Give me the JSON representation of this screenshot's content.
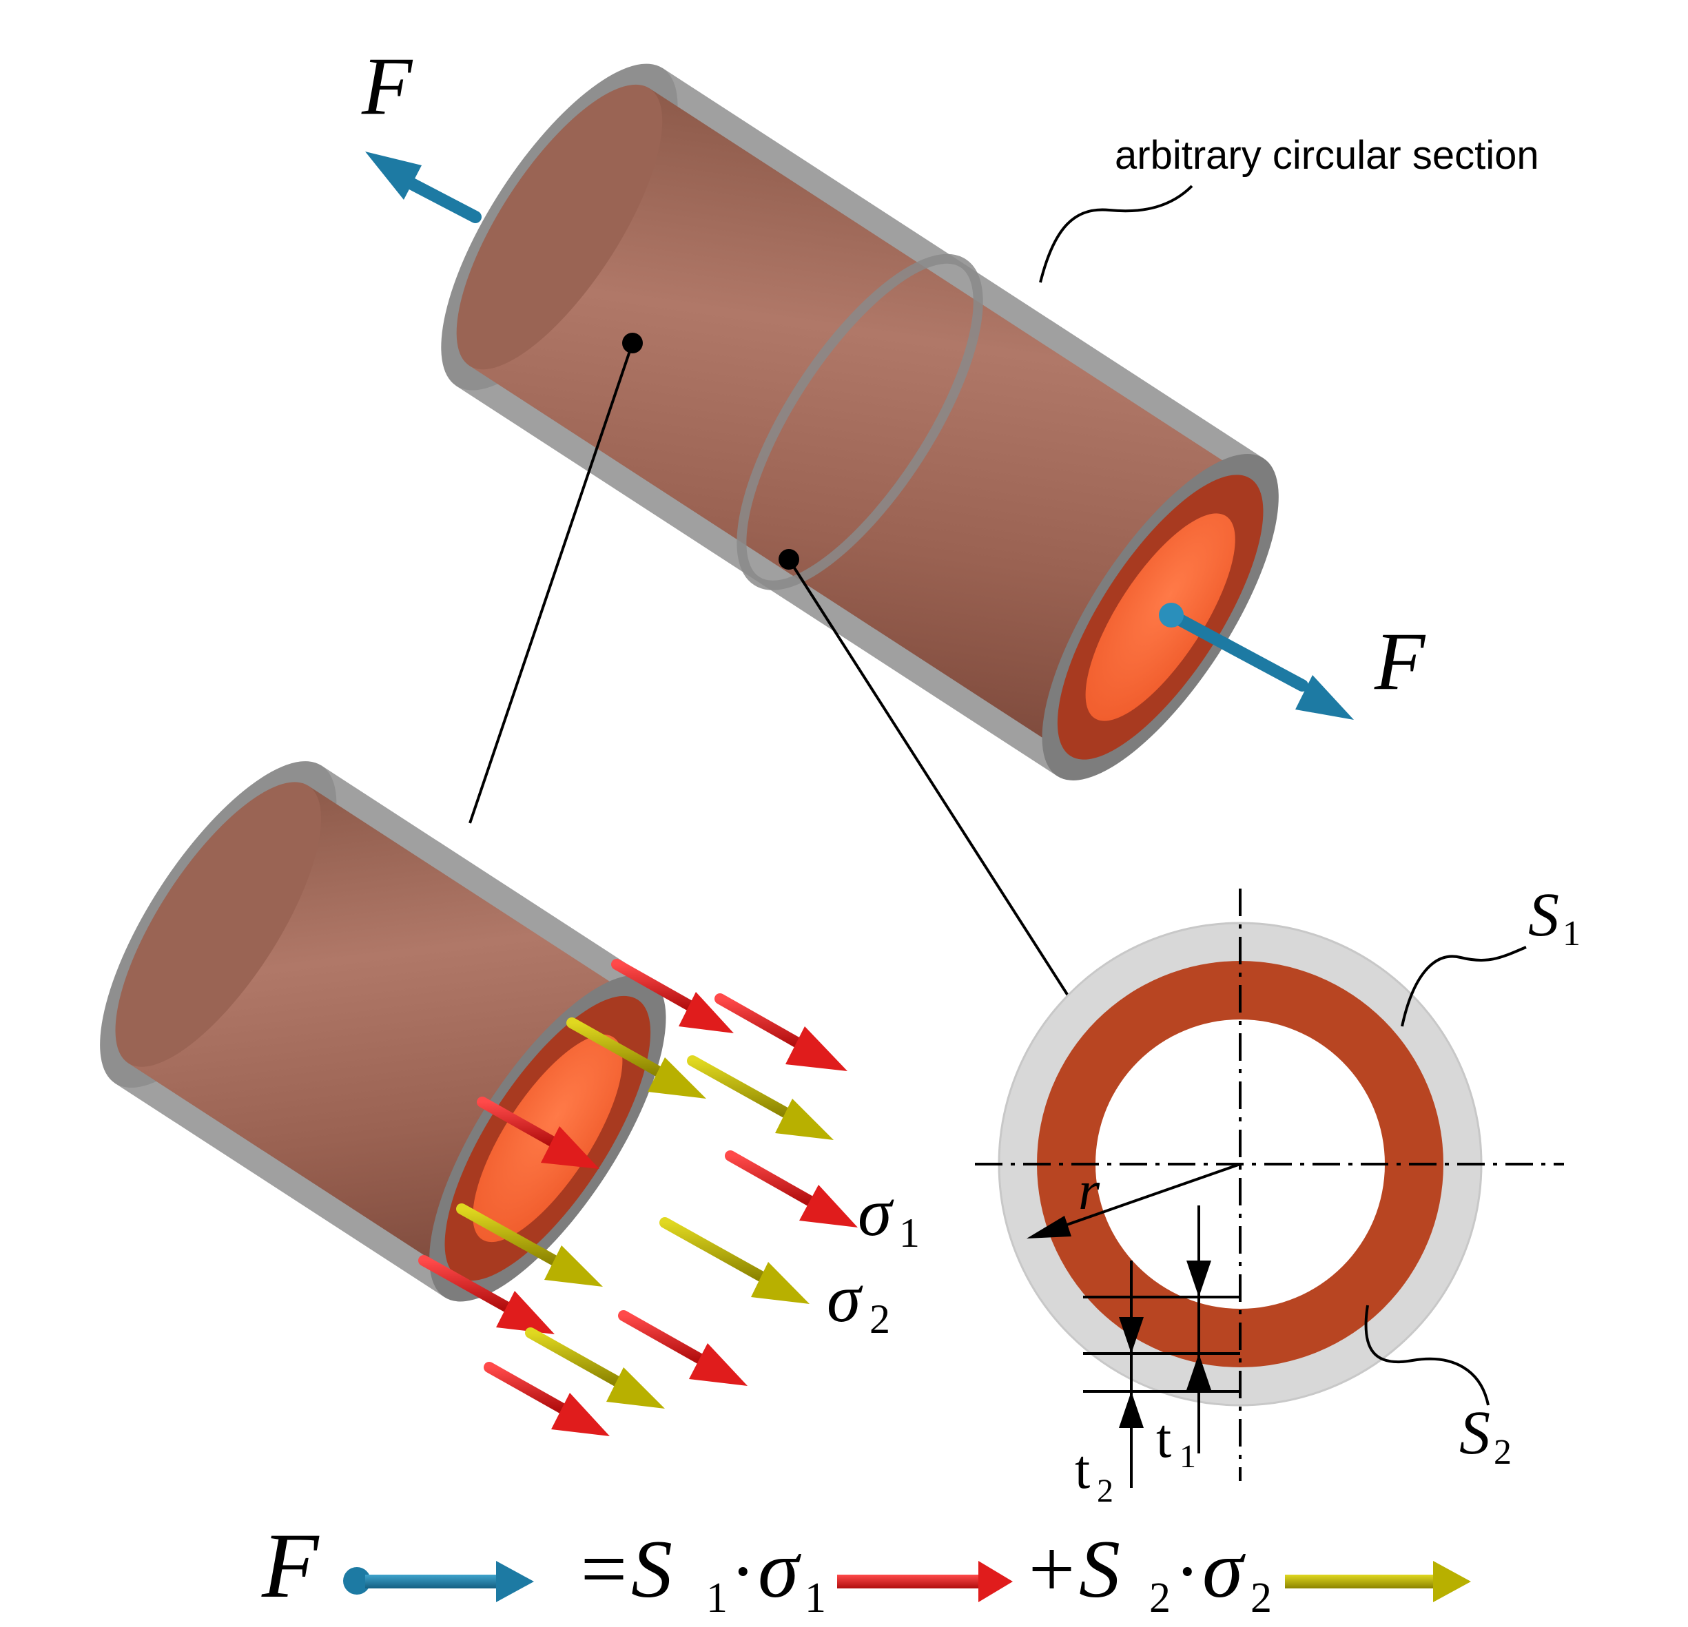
{
  "labels": {
    "force_top": "F",
    "force_right": "F",
    "section_note": "arbitrary circular section",
    "sigma1_sym": "σ",
    "sigma1_sub": "1",
    "sigma2_sym": "σ",
    "sigma2_sub": "2",
    "S1_sym": "S",
    "S1_sub": "1",
    "S2_sym": "S",
    "S2_sub": "2",
    "r": "r",
    "t1_sym": "t",
    "t1_sub": "1",
    "t2_sym": "t",
    "t2_sub": "2"
  },
  "equation": {
    "F": "F",
    "eq_S": "=S",
    "eq_S_sub": "1",
    "dot1": "·",
    "sigma1": "σ",
    "sigma1_sub": "1",
    "plus_S": "+S",
    "plus_S_sub": "2",
    "dot2": "·",
    "sigma2": "σ",
    "sigma2_sub": "2"
  },
  "colors": {
    "force_arrow": "#1d7aa3",
    "stress1_arrow": "#e01c1c",
    "stress2_arrow": "#b8b000",
    "inner_core": "#ff6a38",
    "outer_layer_cut": "#a83a20",
    "copper_surface": "#a87060",
    "glass_shell": "#9a9a9a",
    "section_outer": "#d8d8d8",
    "section_ring": "#b84522"
  }
}
